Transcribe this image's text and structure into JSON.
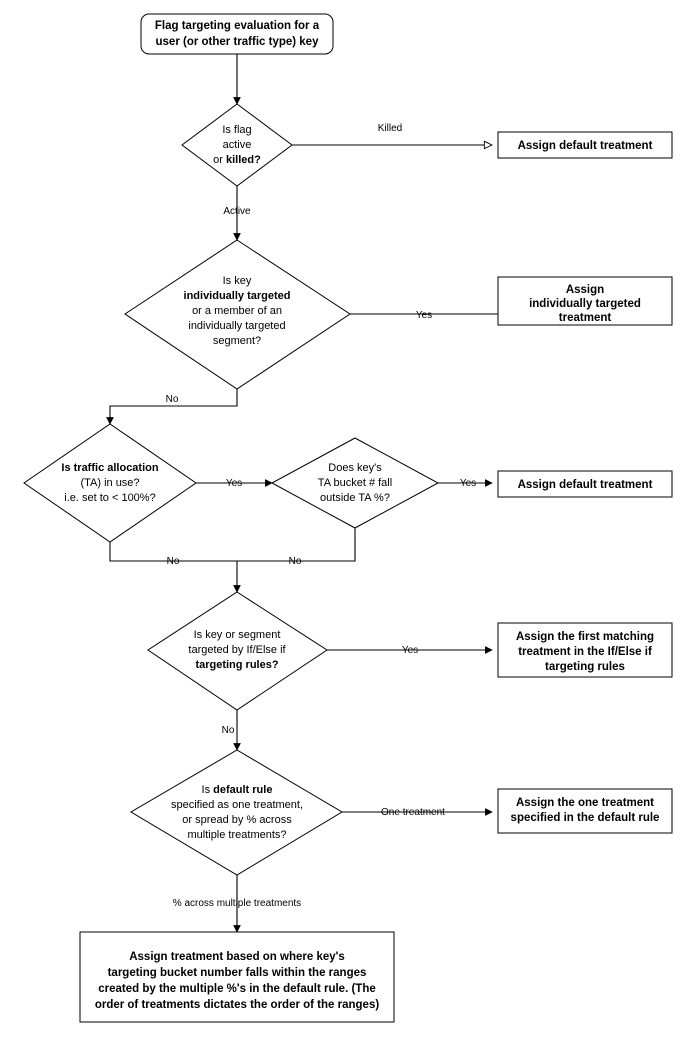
{
  "diagram": {
    "type": "flowchart",
    "title_node": {
      "id": "start",
      "shape": "rounded-rectangle",
      "lines": [
        "Flag targeting evaluation for a",
        "user (or other traffic type) key"
      ]
    },
    "nodes": [
      {
        "id": "is-flag-active",
        "shape": "diamond",
        "lines": [
          {
            "text": "Is flag",
            "bold": false
          },
          {
            "text": "active",
            "bold": false
          },
          {
            "text": "or killed?",
            "bold": false,
            "bold_part": "killed?"
          }
        ]
      },
      {
        "id": "assign-default-treatment-1",
        "shape": "rectangle",
        "lines": [
          "Assign default treatment"
        ]
      },
      {
        "id": "is-individually-targeted",
        "shape": "diamond",
        "lines": [
          {
            "text": "Is key",
            "bold": false
          },
          {
            "text": "individually targeted",
            "bold": true
          },
          {
            "text": "or a member of an",
            "bold": false
          },
          {
            "text": "individually targeted",
            "bold": false
          },
          {
            "text": "segment?",
            "bold": false
          }
        ]
      },
      {
        "id": "assign-individually-targeted-treatment",
        "shape": "rectangle",
        "lines": [
          "Assign",
          "individually targeted",
          "treatment"
        ]
      },
      {
        "id": "is-traffic-allocation-in-use",
        "shape": "diamond",
        "lines": [
          {
            "text": "Is traffic allocation",
            "bold": true
          },
          {
            "text": "(TA) in use?",
            "bold": false
          },
          {
            "text": "i.e. set to < 100%?",
            "bold": false
          }
        ]
      },
      {
        "id": "does-key-ta-bucket-fall-outside",
        "shape": "diamond",
        "lines": [
          {
            "text": "Does key's",
            "bold": false
          },
          {
            "text": "TA bucket # fall",
            "bold": false
          },
          {
            "text": "outside TA %?",
            "bold": false
          }
        ]
      },
      {
        "id": "assign-default-treatment-2",
        "shape": "rectangle",
        "lines": [
          "Assign default treatment"
        ]
      },
      {
        "id": "is-targeted-by-ifelse-rules",
        "shape": "diamond",
        "lines": [
          {
            "text": "Is key or segment",
            "bold": false
          },
          {
            "text": "targeted by If/Else if",
            "bold": false
          },
          {
            "text": "targeting rules?",
            "bold": true
          }
        ]
      },
      {
        "id": "assign-first-matching-treatment",
        "shape": "rectangle",
        "lines": [
          "Assign the first matching",
          "treatment in the If/Else if",
          "targeting rules"
        ]
      },
      {
        "id": "is-default-rule-one-or-spread",
        "shape": "diamond",
        "lines": [
          {
            "text": "Is default rule",
            "bold": false,
            "bold_part": "default rule"
          },
          {
            "text": "specified as one treatment,",
            "bold": false
          },
          {
            "text": "or spread by % across",
            "bold": false
          },
          {
            "text": "multiple treatments?",
            "bold": false
          }
        ]
      },
      {
        "id": "assign-one-treatment-default-rule",
        "shape": "rectangle",
        "lines": [
          "Assign the one treatment",
          "specified in the default rule"
        ]
      },
      {
        "id": "assign-treatment-by-bucket-range",
        "shape": "rectangle",
        "lines": [
          "Assign treatment based on where key's",
          "targeting bucket number falls within the ranges",
          "created by the multiple %'s in the default rule. (The",
          "order of treatments dictates the order of the ranges)"
        ]
      }
    ],
    "edge_labels": {
      "killed": "Killed",
      "active": "Active",
      "yes_individually_targeted": "Yes",
      "no_individually_targeted": "No",
      "yes_traffic_allocation": "Yes",
      "no_traffic_allocation": "No",
      "yes_ta_bucket_outside": "Yes",
      "no_ta_bucket_outside": "No",
      "yes_ifelse_rules": "Yes",
      "no_ifelse_rules": "No",
      "one_treatment": "One treatment",
      "percent_across_multiple": "% across multiple treatments"
    },
    "colors": {
      "stroke": "#000000",
      "fill": "#ffffff",
      "text": "#000000",
      "background": "#ffffff"
    }
  }
}
